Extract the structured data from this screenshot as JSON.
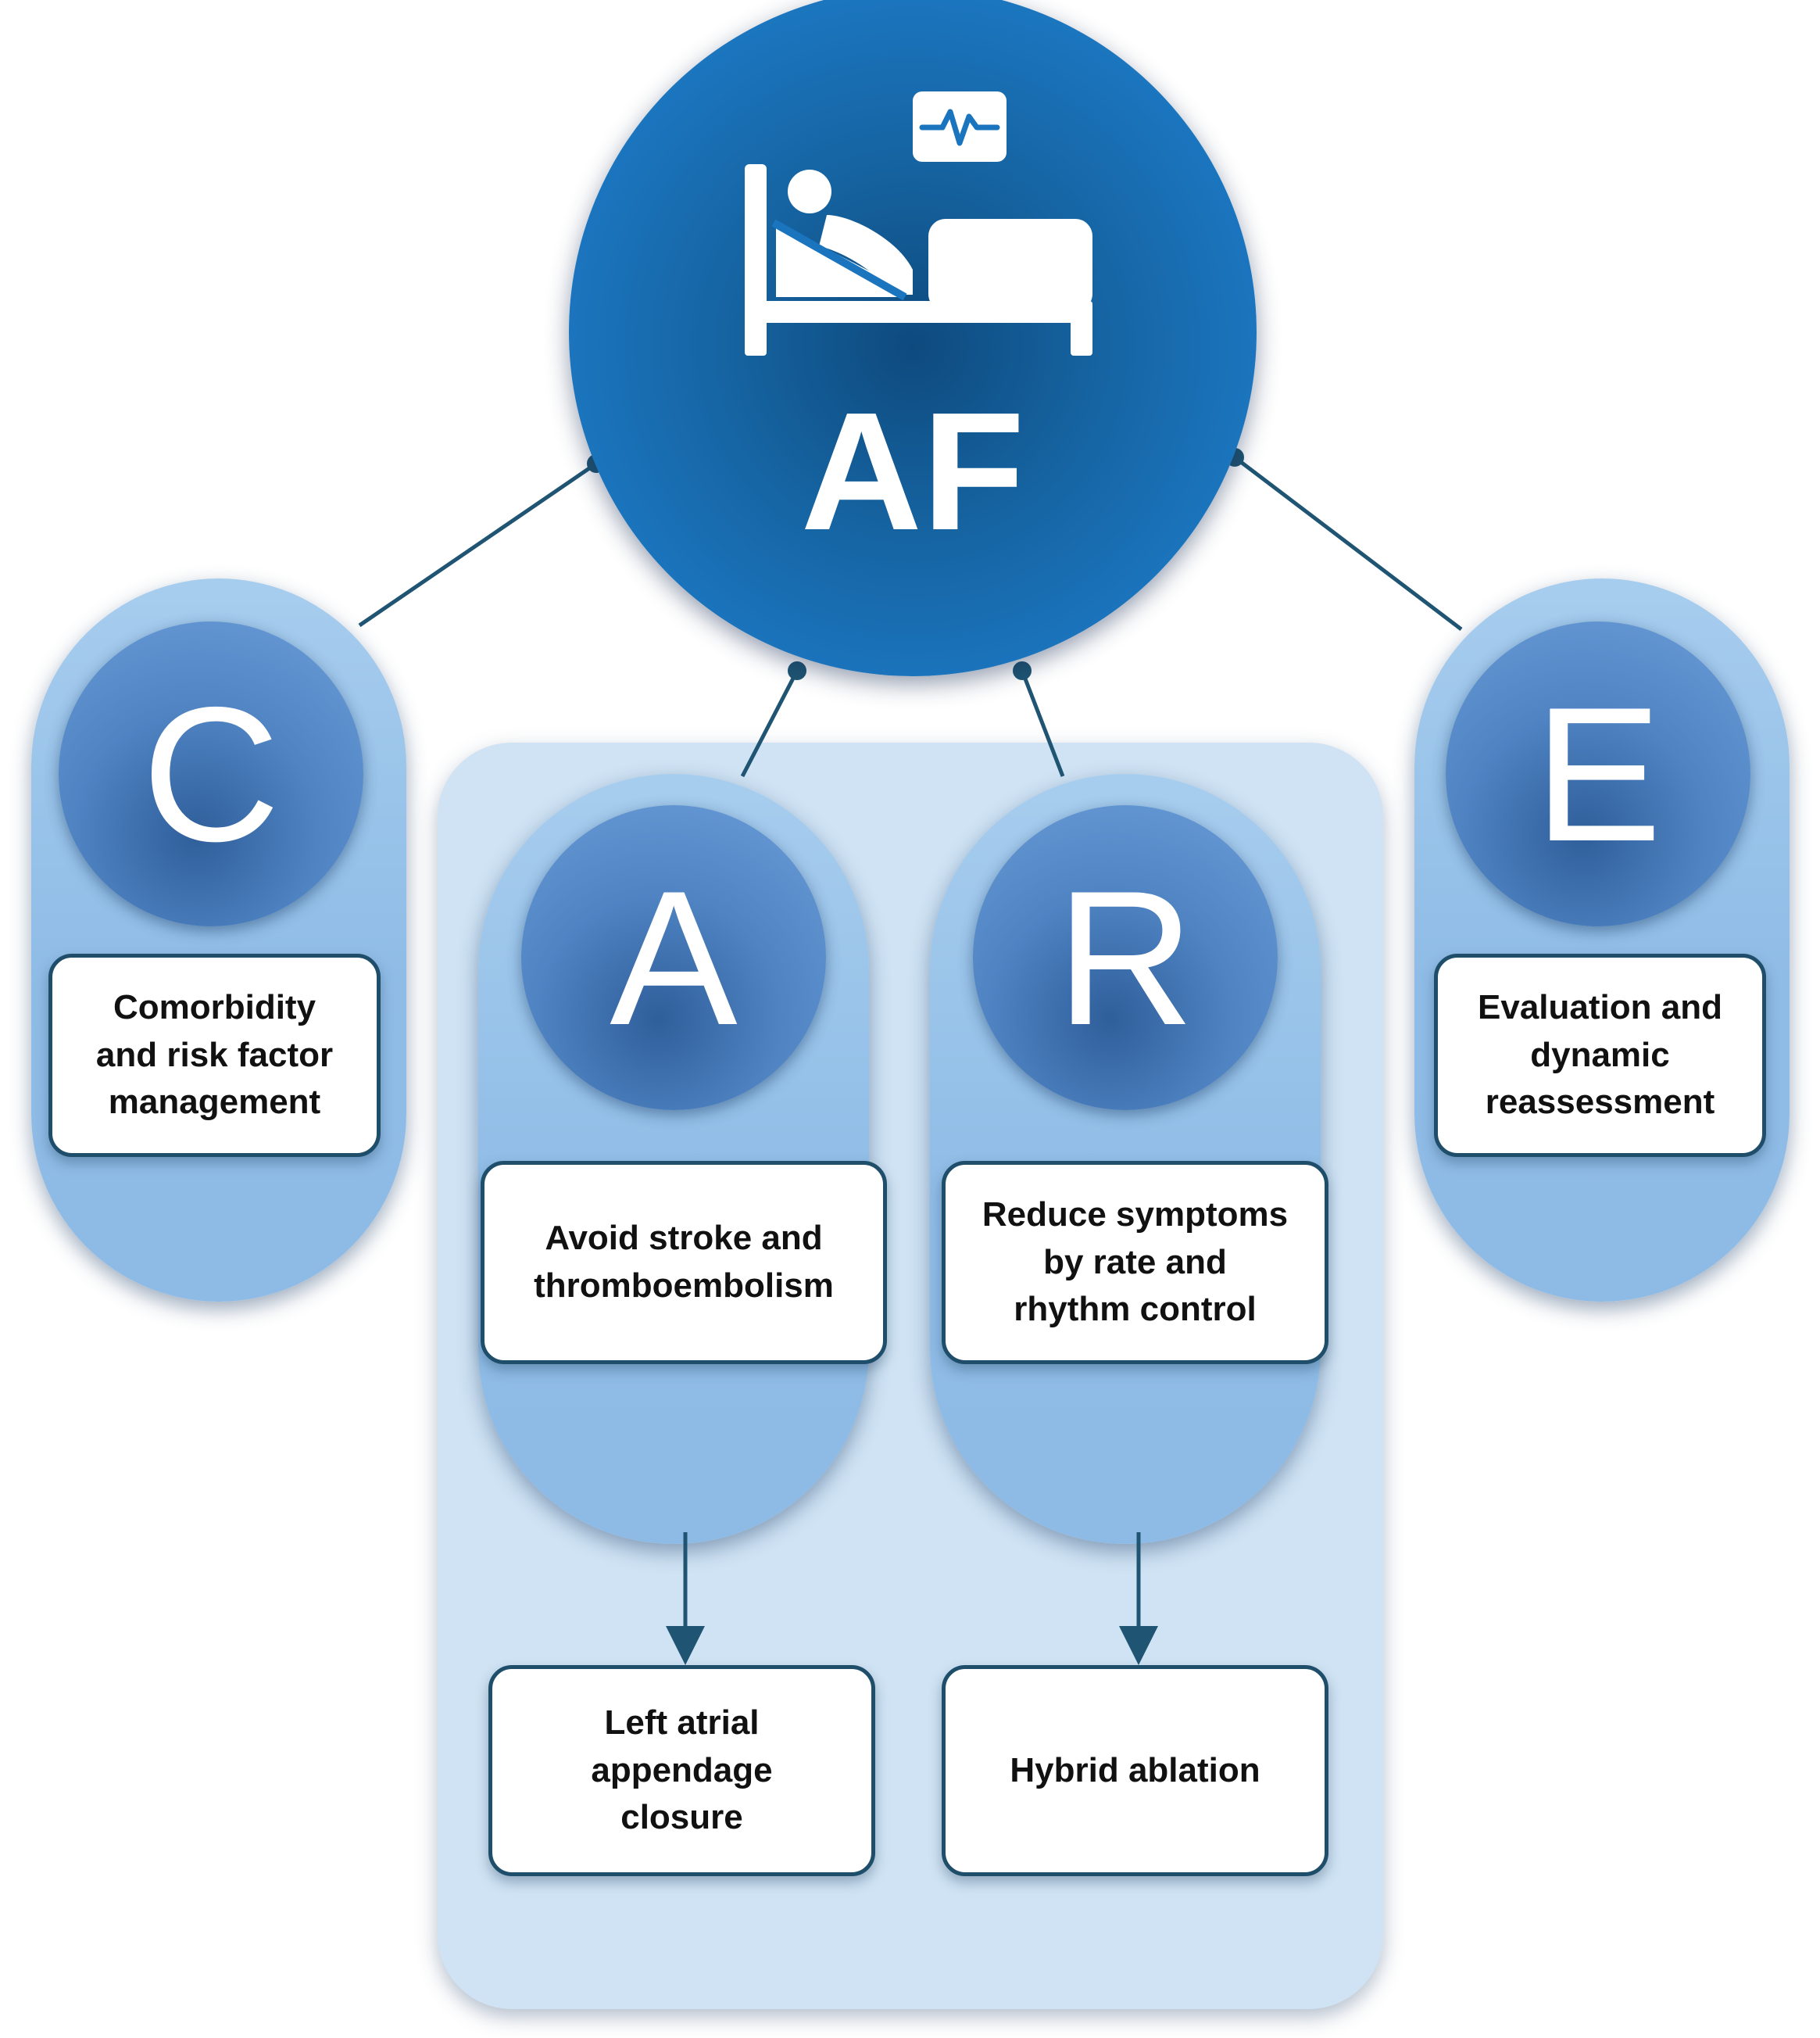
{
  "center": {
    "label": "AF",
    "icon": "hospital-bed-monitor-icon"
  },
  "pillars": {
    "c": {
      "letter": "C",
      "text": "Comorbidity\nand risk factor\nmanagement"
    },
    "a": {
      "letter": "A",
      "text": "Avoid stroke and\nthromboembolism",
      "sub_text": "Left atrial\nappendage\nclosure"
    },
    "r": {
      "letter": "R",
      "text": "Reduce symptoms\nby rate and\nrhythm control",
      "sub_text": "Hybrid ablation"
    },
    "e": {
      "letter": "E",
      "text": "Evaluation and\ndynamic\nreassessment"
    }
  },
  "colors": {
    "center_circle": "#1b75be",
    "letter_circle": "#4f83c2",
    "pill": "#8fbce6",
    "panel": "#cfe3f4",
    "connector": "#1f5573",
    "box_border": "#1f4e6b"
  }
}
